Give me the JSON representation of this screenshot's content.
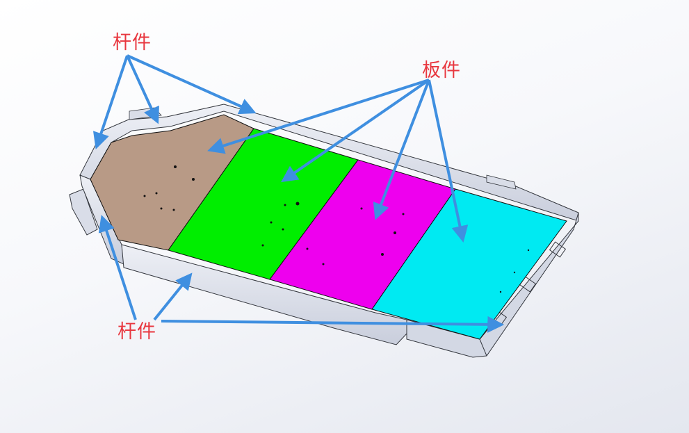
{
  "labels": {
    "rod_top": "杆件",
    "plate": "板件",
    "rod_bottom": "杆件"
  },
  "colors": {
    "label_text": "#e8373f",
    "arrow": "#3f8fe0",
    "frame": "#d6dae6",
    "frame_edge": "#33363d",
    "plate_brown": "#b89a86",
    "plate_green": "#00ee00",
    "plate_magenta": "#ee00ee",
    "plate_cyan": "#00eaf2"
  },
  "plates": [
    {
      "name": "plate-brown",
      "color": "#b89a86"
    },
    {
      "name": "plate-green",
      "color": "#00ee00"
    },
    {
      "name": "plate-magenta",
      "color": "#ee00ee"
    },
    {
      "name": "plate-cyan",
      "color": "#00eaf2"
    }
  ]
}
